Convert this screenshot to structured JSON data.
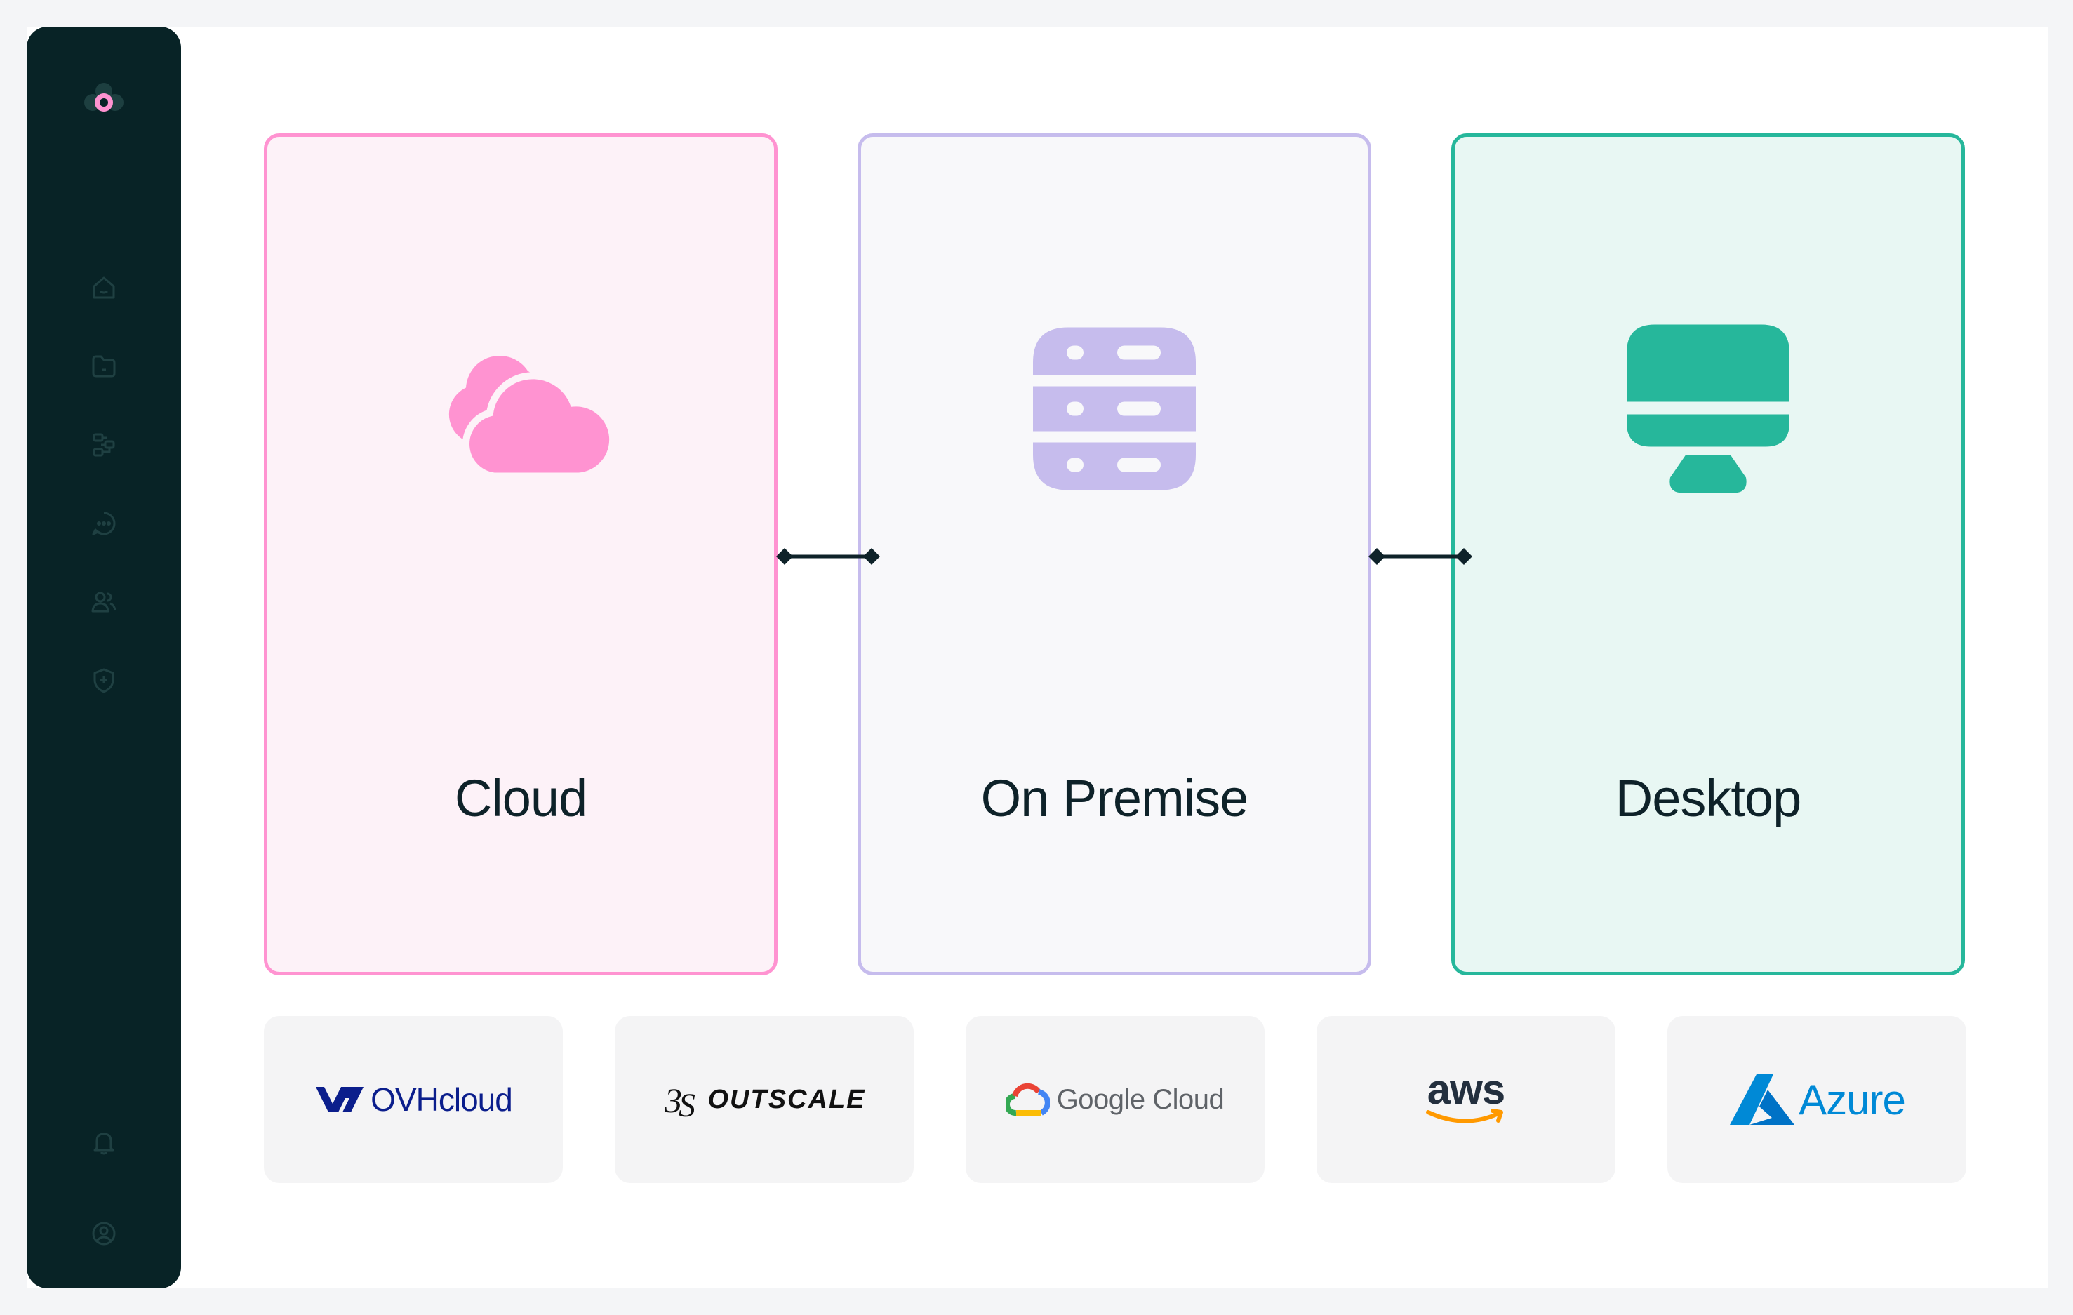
{
  "sidebar": {
    "items": [
      {
        "name": "home",
        "icon": "home-icon"
      },
      {
        "name": "files",
        "icon": "folder-icon"
      },
      {
        "name": "workflow",
        "icon": "workflow-icon"
      },
      {
        "name": "chat",
        "icon": "chat-icon"
      },
      {
        "name": "users",
        "icon": "users-icon"
      },
      {
        "name": "security",
        "icon": "shield-icon"
      }
    ],
    "bottom": [
      {
        "name": "notifications",
        "icon": "bell-icon"
      },
      {
        "name": "profile",
        "icon": "user-icon"
      }
    ]
  },
  "deployments": [
    {
      "label": "Cloud",
      "icon": "cloud-icon",
      "color": "#ff93d1",
      "bg": "#fdf2f8"
    },
    {
      "label": "On Premise",
      "icon": "server-icon",
      "color": "#c6bced",
      "bg": "#f8f8fa"
    },
    {
      "label": "Desktop",
      "icon": "desktop-icon",
      "color": "#26b79b",
      "bg": "#e8f7f3"
    }
  ],
  "vendors": [
    {
      "label": "OVHcloud",
      "icon": "ovh-logo-icon"
    },
    {
      "label": "OUTSCALE",
      "icon": "3ds-logo-icon"
    },
    {
      "label": "Google Cloud",
      "icon": "google-cloud-logo-icon"
    },
    {
      "label": "aws",
      "icon": "aws-smile-icon"
    },
    {
      "label": "Azure",
      "icon": "azure-logo-icon"
    }
  ]
}
